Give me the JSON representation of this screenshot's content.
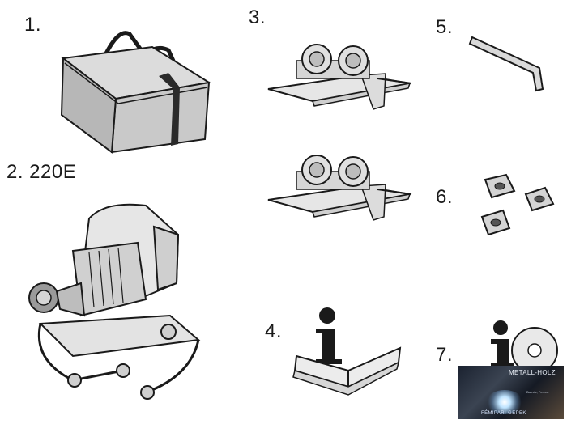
{
  "labels": {
    "item1": "1.",
    "item2": "2. 220E",
    "item3": "3.",
    "item4": "4.",
    "item5": "5.",
    "item6": "6.",
    "item7": "7."
  },
  "banner": {
    "brand": "METALL-HOLZ",
    "footer": "FÉMIPARI GÉPEK",
    "contact_person": "Barnóc, Ferenc"
  },
  "colors": {
    "line": "#1a1a1a",
    "bag_gray": "#c9c9c9",
    "bag_dark": "#8f8f8f"
  }
}
